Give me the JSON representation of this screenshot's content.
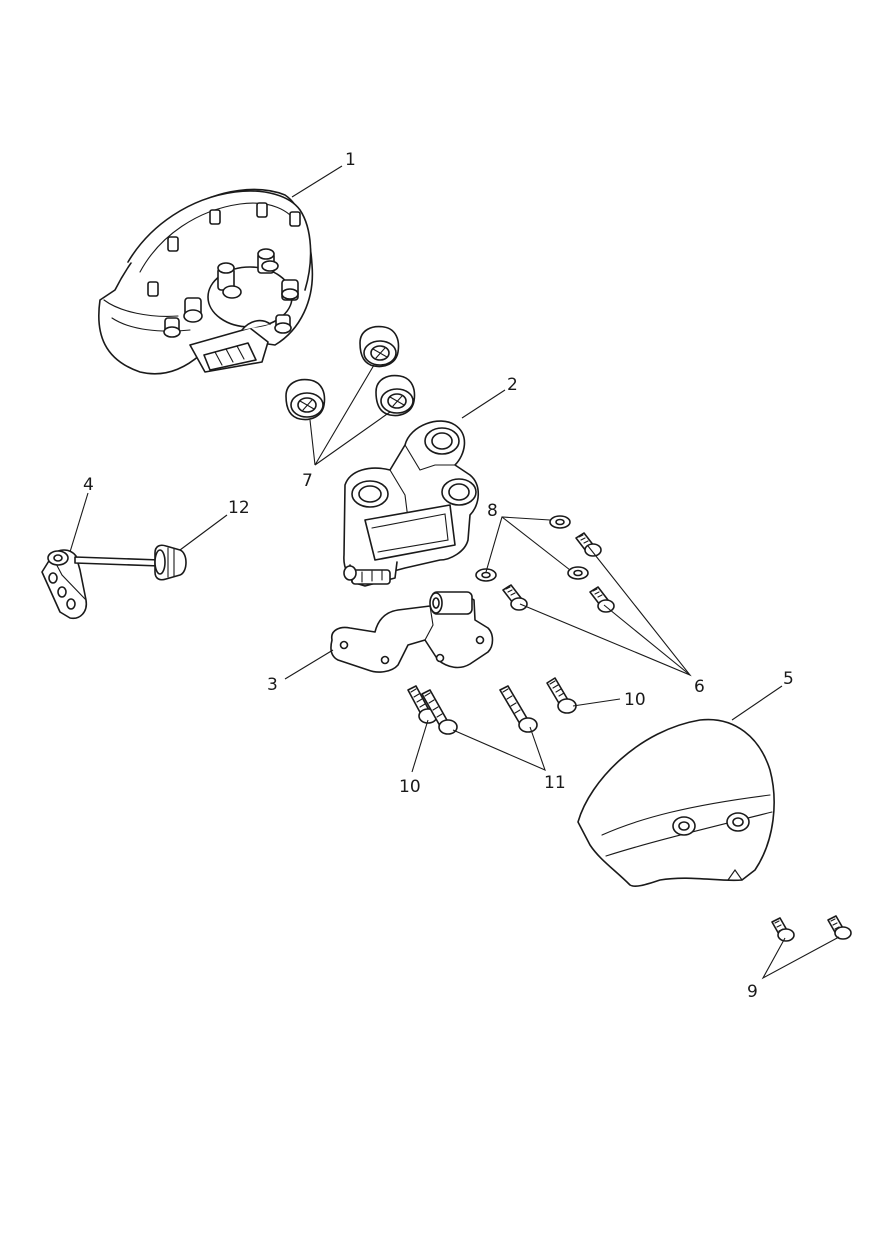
{
  "callouts": {
    "c1": "1",
    "c2": "2",
    "c3": "3",
    "c4": "4",
    "c5": "5",
    "c6": "6",
    "c7": "7",
    "c8": "8",
    "c9": "9",
    "c10a": "10",
    "c10b": "10",
    "c11": "11",
    "c12": "12"
  },
  "colors": {
    "line": "#1a1a1a",
    "background": "#ffffff"
  }
}
